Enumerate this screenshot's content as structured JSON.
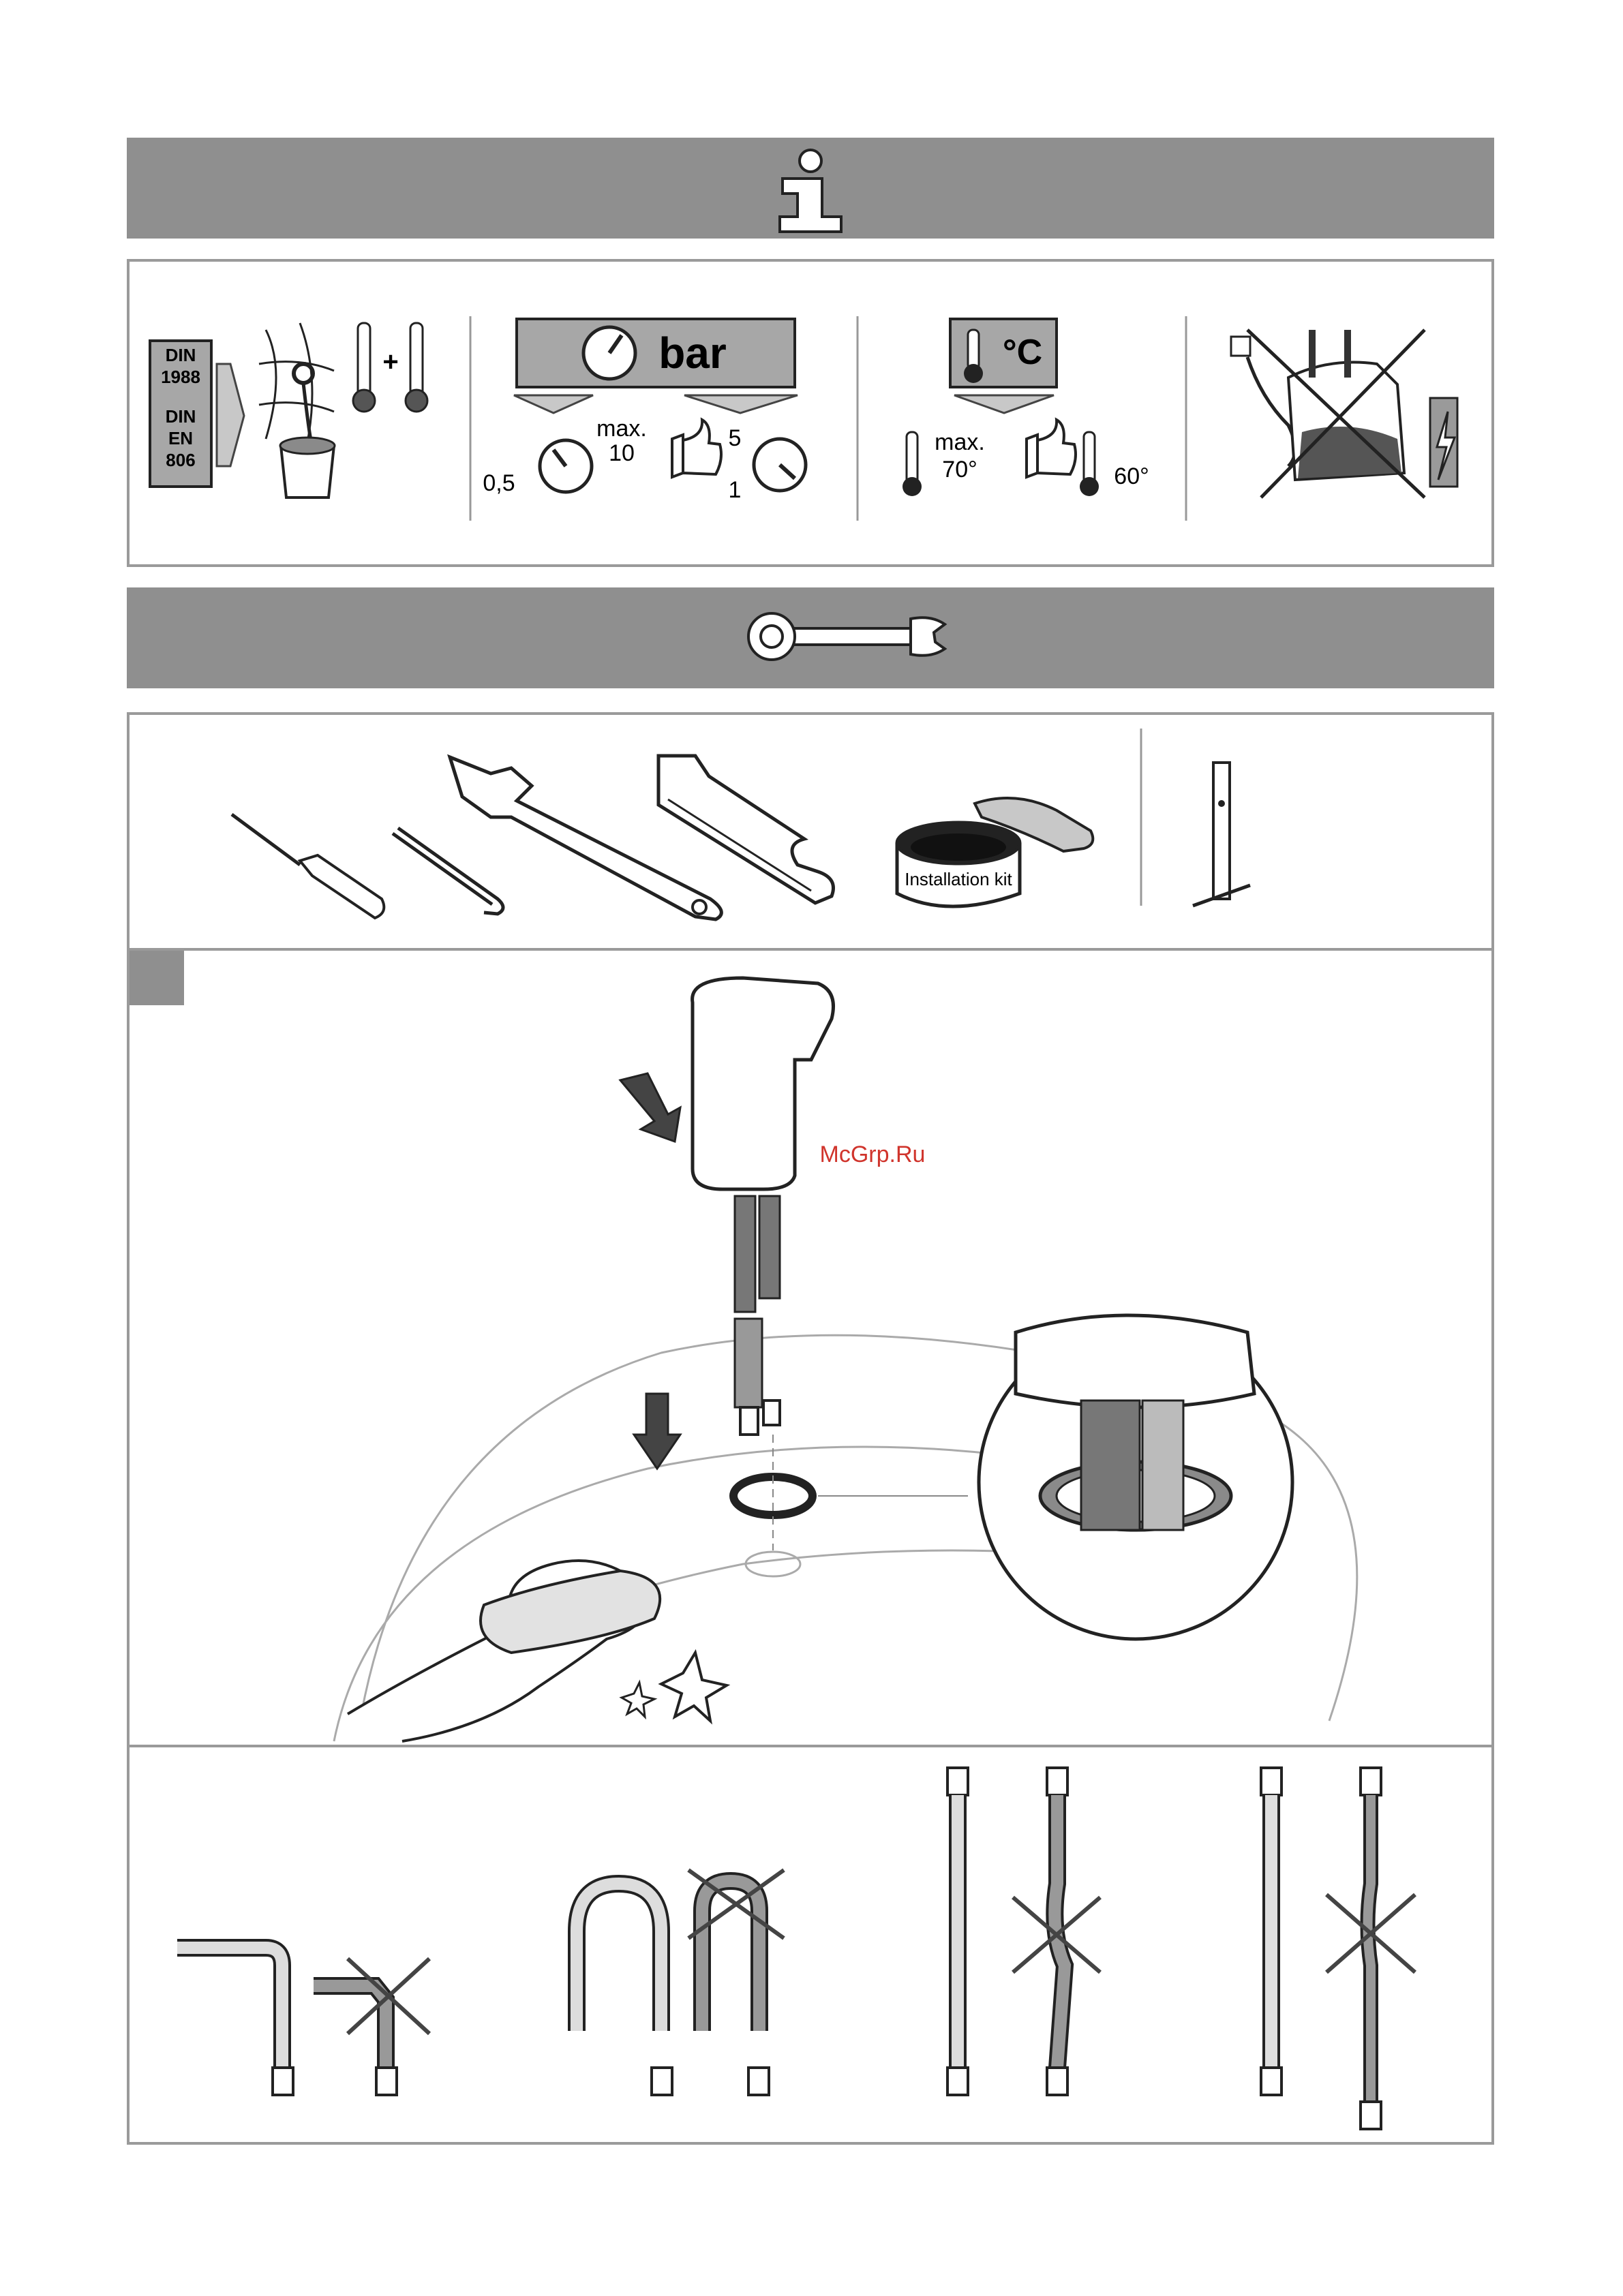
{
  "norms": {
    "line1": "DIN",
    "line2": "1988",
    "line3": "DIN",
    "line4": "EN",
    "line5": "806"
  },
  "pressure": {
    "unit": "bar",
    "max_label": "max.",
    "max_value": "10",
    "min_value": "0,5",
    "rec_high": "5",
    "rec_low": "1"
  },
  "temperature": {
    "unit": "°C",
    "max_label": "max.",
    "max_value": "70°",
    "rec_value": "60°"
  },
  "tools": {
    "kit_label": "Installation kit"
  },
  "watermark": {
    "text": "McGrp.Ru"
  },
  "colors": {
    "band": "#8f8f8f",
    "border": "#9a9a9a",
    "watermark": "#d0342c"
  }
}
